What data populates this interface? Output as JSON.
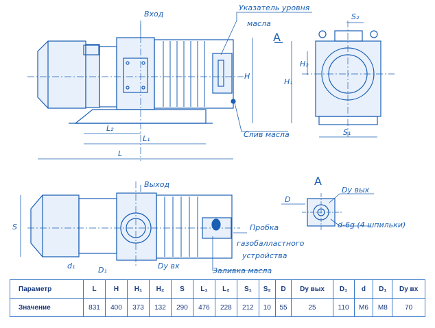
{
  "labels": {
    "inlet_top": "Вход",
    "oil_level": "Указатель уровня",
    "oil_level_2": "масла",
    "oil_drain": "Слив масла",
    "outlet": "Выход",
    "probe_1": "Пробка",
    "probe_2": "газобалластного",
    "probe_3": "устройства",
    "oil_fill": "Заливка масла",
    "view_a_1": "A",
    "view_a_2": "A",
    "dy_out": "Dy вых",
    "dy_in": "Dy вх",
    "studs": "d-6g (4 шпильки)",
    "dim_H": "H",
    "dim_H1": "H₁",
    "dim_H2": "H₂",
    "dim_L": "L",
    "dim_L1": "L₁",
    "dim_L2": "L₂",
    "dim_S": "S",
    "dim_S1": "S₁",
    "dim_S2": "S₂",
    "dim_D": "D",
    "dim_d1": "d₁",
    "dim_D1": "D₁"
  },
  "table": {
    "row1_title": "Параметр",
    "row2_title": "Значение",
    "params": [
      "L",
      "H",
      "H₁",
      "H₂",
      "S",
      "L₁",
      "L₂",
      "S₁",
      "S₂",
      "D",
      "Dу вых",
      "D₁",
      "d",
      "D₁",
      "Dу вх"
    ],
    "values": [
      "831",
      "400",
      "373",
      "132",
      "290",
      "476",
      "228",
      "212",
      "10",
      "55",
      "25",
      "110",
      "M6",
      "M8",
      "70"
    ]
  }
}
